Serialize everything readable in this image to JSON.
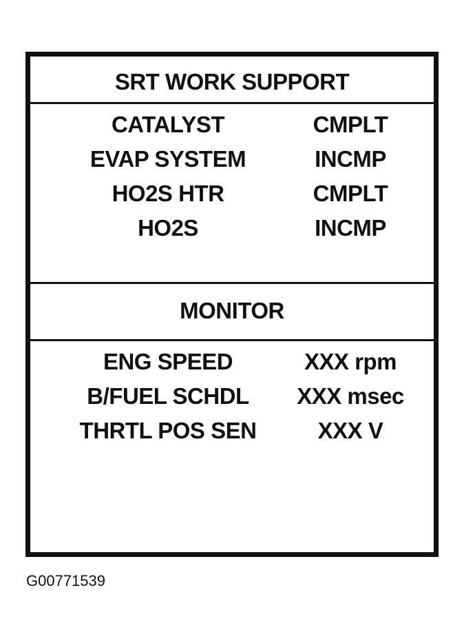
{
  "srt_work_support": {
    "title": "SRT WORK SUPPORT",
    "items": [
      {
        "label": "CATALYST",
        "status": "CMPLT"
      },
      {
        "label": "EVAP SYSTEM",
        "status": "INCMP"
      },
      {
        "label": "HO2S HTR",
        "status": "CMPLT"
      },
      {
        "label": "HO2S",
        "status": "INCMP"
      }
    ]
  },
  "monitor": {
    "title": "MONITOR",
    "items": [
      {
        "label": "ENG SPEED",
        "value": "XXX rpm"
      },
      {
        "label": "B/FUEL SCHDL",
        "value": "XXX msec"
      },
      {
        "label": "THRTL POS SEN",
        "value": "XXX V"
      }
    ]
  },
  "figure_id": "G00771539"
}
